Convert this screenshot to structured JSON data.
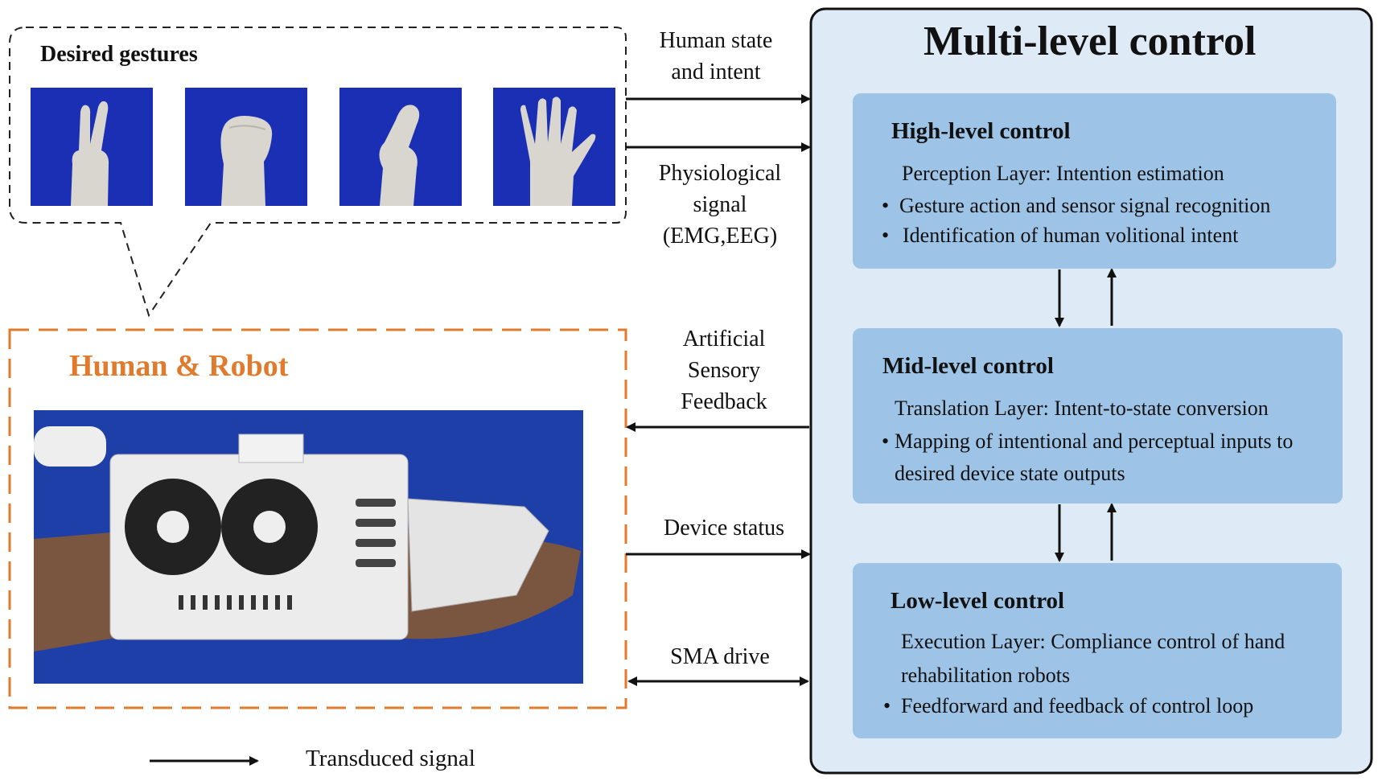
{
  "gestures": {
    "title": "Desired gestures",
    "items": [
      "peace-sign",
      "fist",
      "pinch",
      "open-palm"
    ]
  },
  "human_robot": {
    "title": "Human & Robot"
  },
  "signals": {
    "human_state": [
      "Human state",
      "and intent"
    ],
    "physiological": [
      "Physiological",
      "signal",
      "(EMG,EEG)"
    ],
    "feedback": [
      "Artificial",
      "Sensory",
      "Feedback"
    ],
    "device_status": "Device status",
    "sma_drive": "SMA drive"
  },
  "control": {
    "title": "Multi-level control",
    "high": {
      "title": "High-level control",
      "layer": "Perception Layer: Intention estimation",
      "bullets": [
        "Gesture action and sensor signal recognition",
        "Identification of human volitional intent"
      ]
    },
    "mid": {
      "title": "Mid-level control",
      "layer": "Translation Layer: Intent-to-state conversion",
      "bullet_line1": "Mapping of intentional and perceptual inputs to",
      "bullet_line2": "desired device state outputs"
    },
    "low": {
      "title": "Low-level control",
      "layer_line1": "Execution Layer: Compliance control of hand",
      "layer_line2": "rehabilitation robots",
      "bullets": [
        "Feedforward and feedback of control loop"
      ]
    }
  },
  "legend": {
    "label": "Transduced signal"
  },
  "colors": {
    "accent_orange": "#e07a2c",
    "panel_bg": "#deeaf6",
    "level_box": "#9dc3e6",
    "photo_blue": "#1b2fb4"
  }
}
